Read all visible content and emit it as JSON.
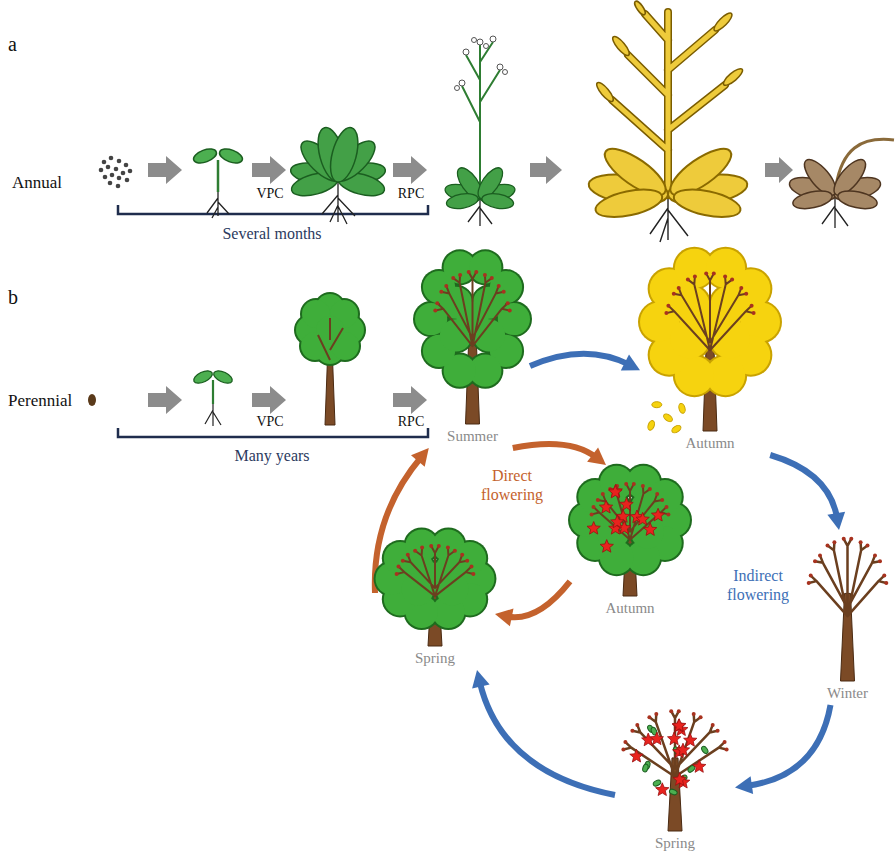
{
  "diagram": {
    "nodes": [
      {
        "text": [
          "Summer"
        ]
      },
      {
        "text": [
          "Autumn"
        ]
      },
      {
        "text": [
          "Winter"
        ]
      },
      {
        "text": [
          "Spring"
        ]
      },
      {
        "text": [
          "Spring"
        ]
      },
      {
        "text": [
          "Autumn"
        ]
      }
    ],
    "edges": [
      {
        "from": 0,
        "to": 1,
        "arrow": "to"
      },
      {
        "from": 1,
        "to": 2,
        "arrow": "to"
      },
      {
        "from": 2,
        "to": 3,
        "arrow": "to"
      },
      {
        "from": 3,
        "to": 4,
        "arrow": "to"
      },
      {
        "from": 4,
        "to": 0,
        "arrow": "to"
      },
      {
        "from": 0,
        "to": 5,
        "arrow": "to"
      },
      {
        "from": 5,
        "to": 4,
        "arrow": "to"
      }
    ],
    "labels": [
      "a",
      "Annual",
      "VPC",
      "RPC",
      "Several months",
      "b",
      "Perennial",
      "VPC",
      "RPC",
      "Many years",
      "Direct flowering",
      "Indirect flowering"
    ]
  }
}
